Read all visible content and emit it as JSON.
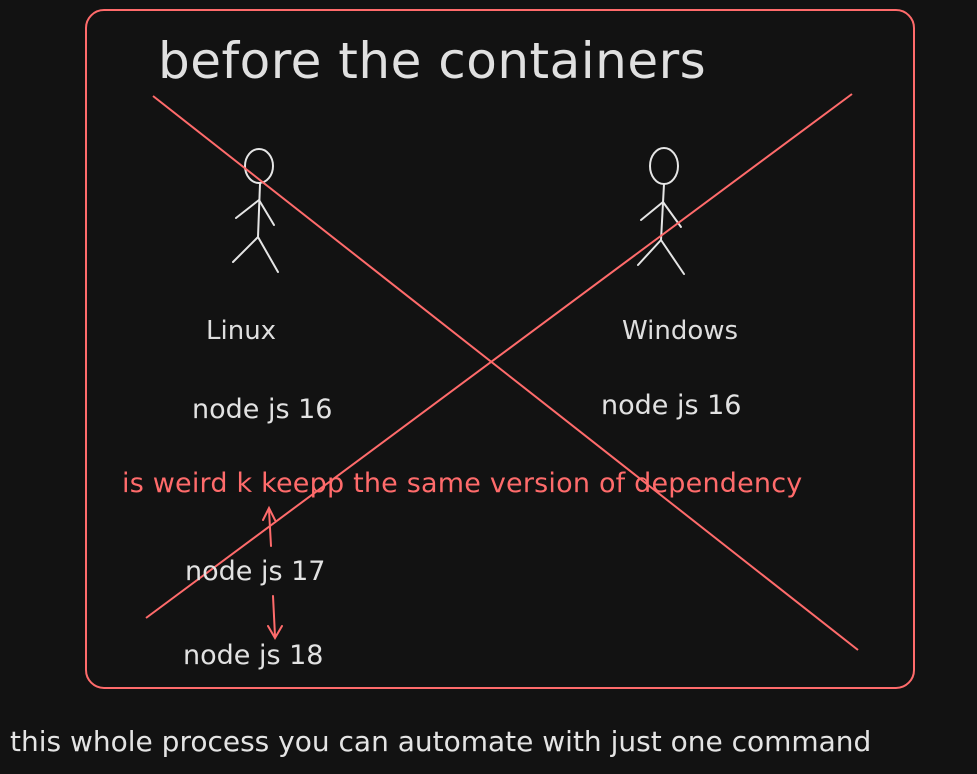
{
  "diagram": {
    "title": "before the containers",
    "machines": [
      {
        "os": "Linux",
        "version": "node js 16"
      },
      {
        "os": "Windows",
        "version": "node js 16"
      }
    ],
    "warning": "is weird k keepp the same version of dependency",
    "upgrades": [
      "node js 17",
      "node js 18"
    ],
    "footer": "this whole process you can automate with just one command"
  },
  "colors": {
    "background": "#121212",
    "stroke": "#e5e5e5",
    "accent": "#ff6b6b"
  }
}
